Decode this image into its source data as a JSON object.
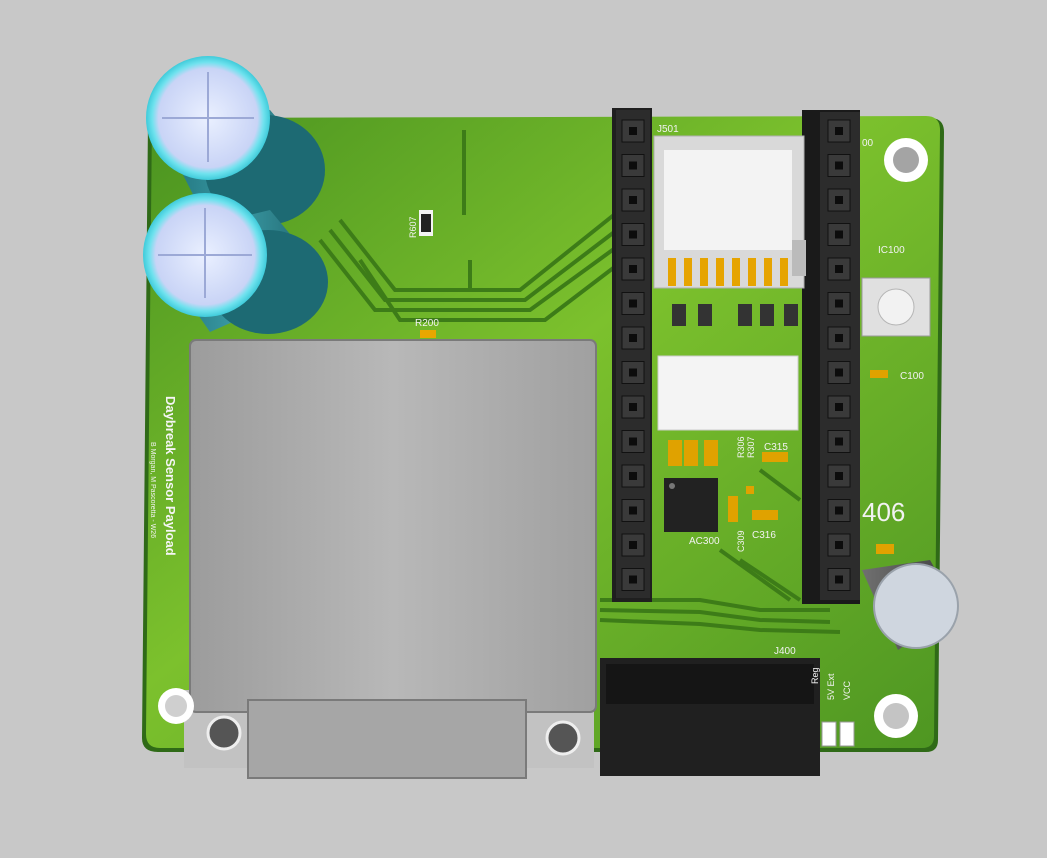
{
  "board": {
    "title": "Daybreak Sensor Payload",
    "authors": "B Morgan, M Pascoretta - W26",
    "big_label": "406"
  },
  "refdes": {
    "j501": "J501",
    "r607": "R607",
    "r200": "R200",
    "ic100": "IC100",
    "c100": "C100",
    "r306": "R306",
    "r307": "R307",
    "c315": "C315",
    "c309": "C309",
    "c316": "C316",
    "ac300": "AC300",
    "j400": "J400",
    "top_right_partial": "00"
  },
  "power_labels": {
    "reg": "Reg",
    "ext": "5V Ext",
    "vcc": "VCC"
  },
  "colors": {
    "background": "#c8c8c8",
    "pcb": "#4f9a22",
    "pcb_highlight": "#7ec22e",
    "copper_trace": "#3f7f18",
    "silkscreen": "#f2f2f2",
    "header_black": "#2a2a2a",
    "capacitor_cyan": "#4fd7e6",
    "shield_gray": "#a9a9a9"
  }
}
